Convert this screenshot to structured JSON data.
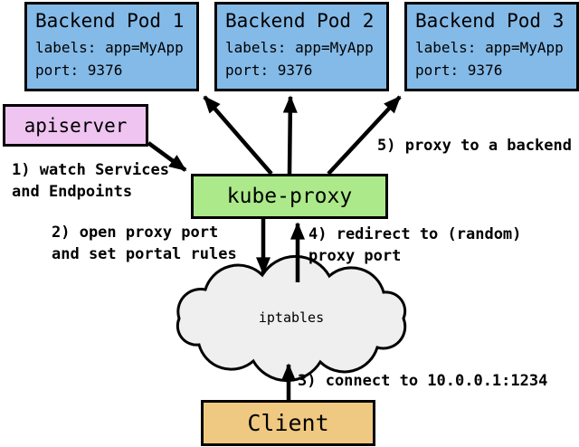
{
  "diagram": {
    "pods": [
      {
        "title": "Backend Pod 1",
        "labels": "labels: app=MyApp",
        "port": "port: 9376"
      },
      {
        "title": "Backend Pod 2",
        "labels": "labels: app=MyApp",
        "port": "port: 9376"
      },
      {
        "title": "Backend Pod 3",
        "labels": "labels: app=MyApp",
        "port": "port: 9376"
      }
    ],
    "apiserver": {
      "label": "apiserver"
    },
    "kube_proxy": {
      "label": "kube-proxy"
    },
    "iptables": {
      "label": "iptables"
    },
    "client": {
      "label": "Client"
    },
    "annotations": {
      "step1": "1) watch Services\nand Endpoints",
      "step2": "2) open proxy port\nand set portal rules",
      "step3": "3) connect to 10.0.0.1:1234",
      "step4": "4) redirect to (random)\nproxy port",
      "step5": "5) proxy to a backend"
    },
    "colors": {
      "pod_fill": "#84BAE8",
      "apiserver_fill": "#EFC4F0",
      "kube_proxy_fill": "#ACE98A",
      "client_fill": "#EFC981",
      "cloud_fill": "#EFEFEF",
      "line": "#000000"
    }
  }
}
